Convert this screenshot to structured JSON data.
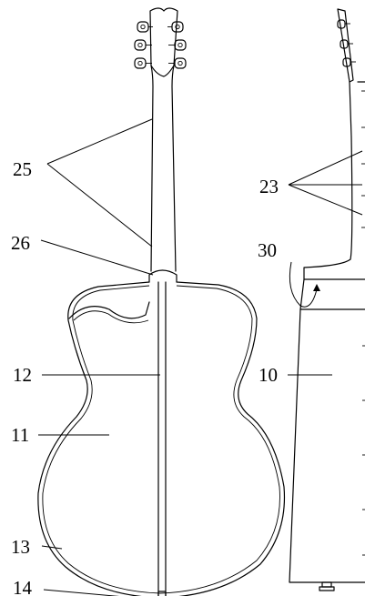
{
  "figure": {
    "labels": {
      "l10": "10",
      "l11": "11",
      "l12": "12",
      "l13": "13",
      "l14": "14",
      "l23": "23",
      "l25": "25",
      "l26": "26",
      "l30": "30"
    }
  }
}
